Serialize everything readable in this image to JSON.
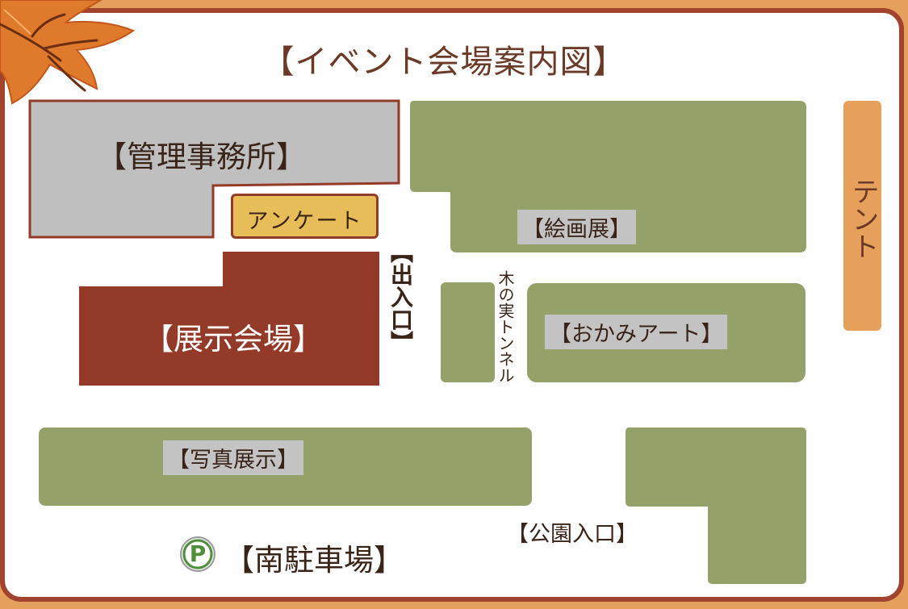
{
  "title": "【イベント会場案内図】",
  "areas": {
    "office": "【管理事務所】",
    "survey": "アンケート",
    "entrance": "【出入口】",
    "exhibition_hall": "【展示会場】",
    "painting": "【絵画展】",
    "tunnel": "木の実トンネル",
    "okami_art": "【おかみアート】",
    "tent": "テント",
    "photo": "【写真展示】",
    "park_entrance": "【公園入口】",
    "parking": "【南駐車場】",
    "parking_mark": "P"
  },
  "colors": {
    "background_orange": "#e5a05e",
    "frame_red": "#a2432e",
    "office_gray": "#bfbfbf",
    "hall_red": "#943a29",
    "survey_yellow": "#e6bd58",
    "green": "#94a26a",
    "tent_orange": "#e6a05c",
    "title_brown": "#6a3a27"
  },
  "icons": [
    "maple-leaf-icon",
    "parking-icon"
  ]
}
